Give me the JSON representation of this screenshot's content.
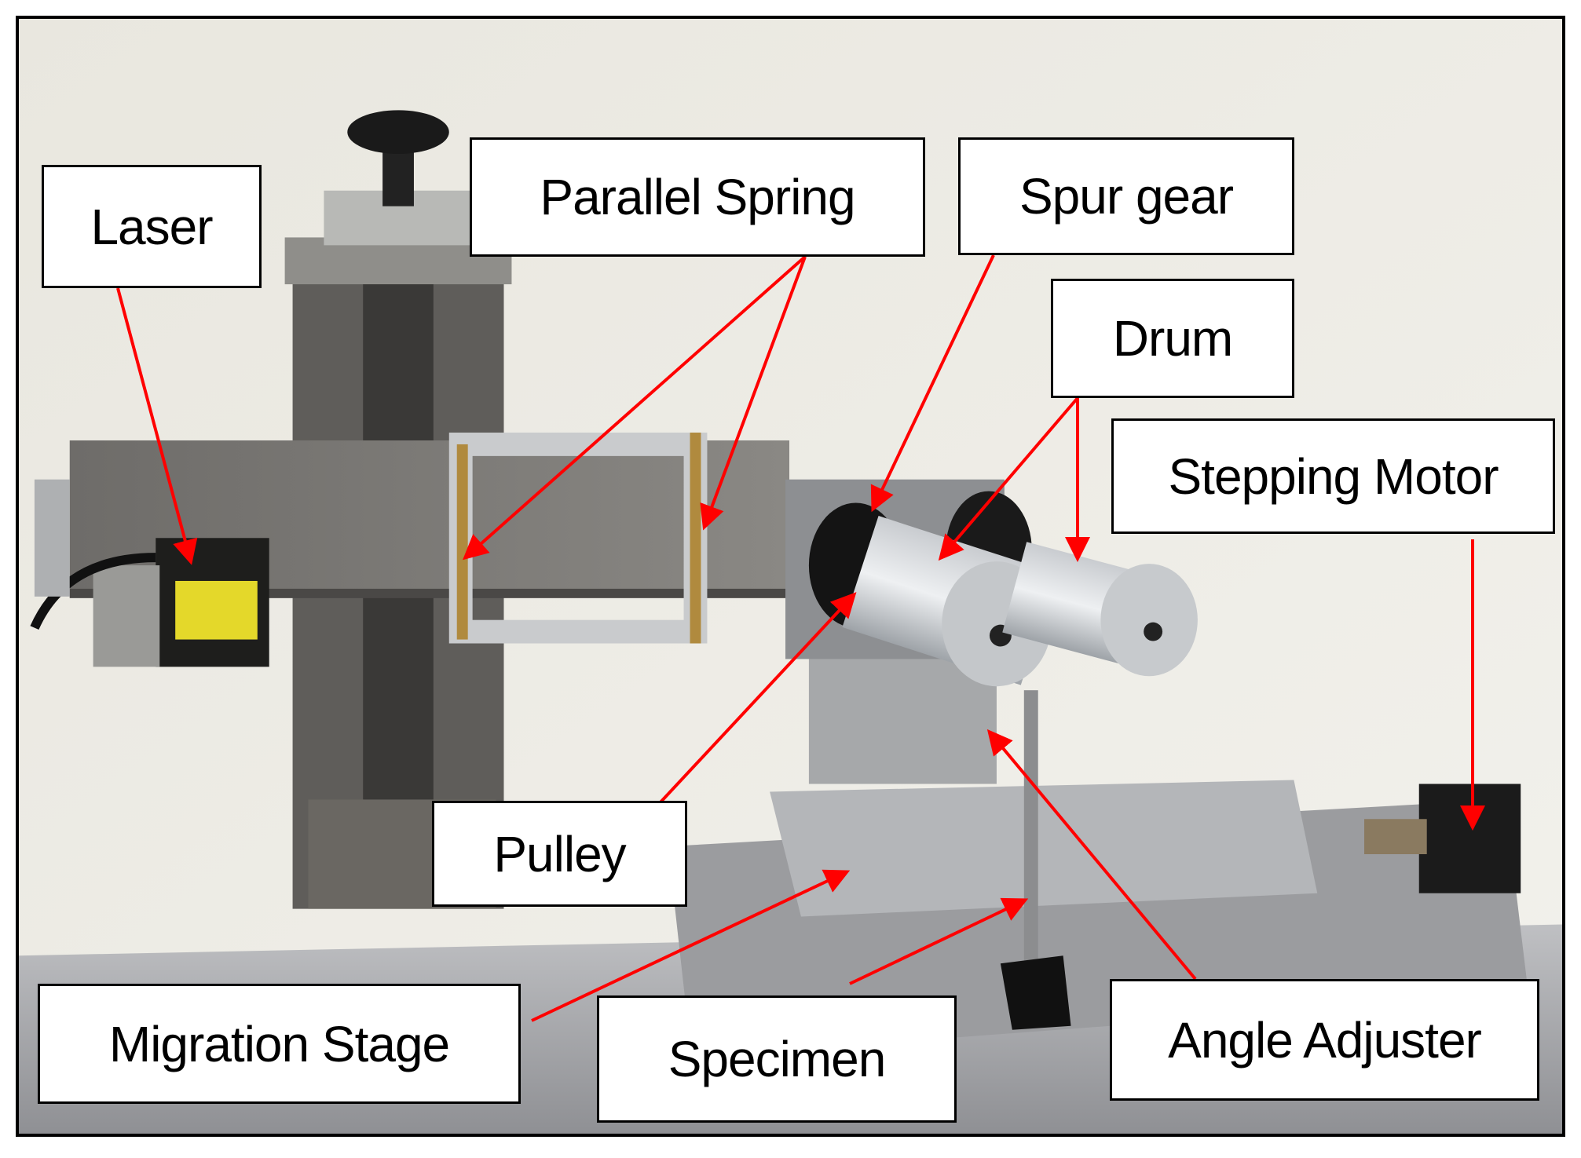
{
  "colors": {
    "arrow": "#ff0000",
    "label_border": "#000000",
    "label_fill": "#ffffff",
    "wall": "#eeece6"
  },
  "labels": {
    "laser": "Laser",
    "parallel_spring": "Parallel Spring",
    "spur_gear": "Spur gear",
    "drum": "Drum",
    "stepping_motor": "Stepping Motor",
    "pulley": "Pulley",
    "migration_stage": "Migration Stage",
    "specimen": "Specimen",
    "angle_adjuster": "Angle Adjuster"
  }
}
